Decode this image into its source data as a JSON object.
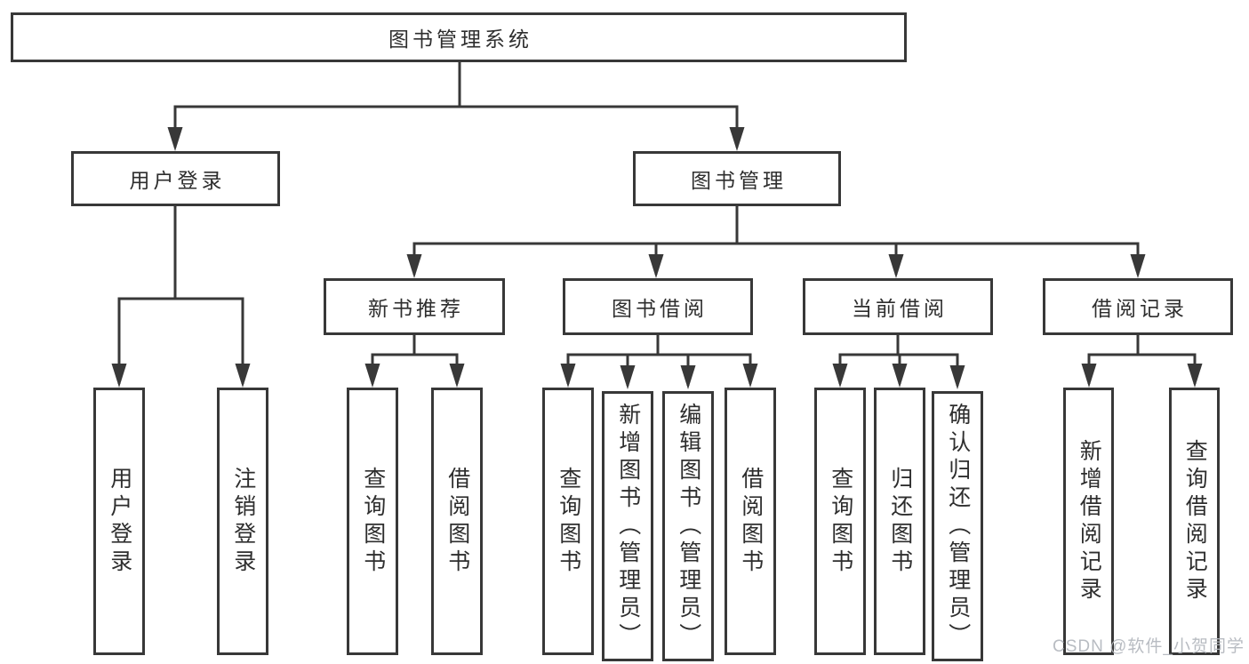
{
  "diagram": {
    "type": "hierarchy-tree",
    "line_color": "#383838",
    "watermark": "CSDN @软件_小贺同学",
    "root": {
      "label": "图书管理系统",
      "children": [
        {
          "label": "用户登录",
          "children": [
            {
              "label": "用户登录"
            },
            {
              "label": "注销登录"
            }
          ]
        },
        {
          "label": "图书管理",
          "children": [
            {
              "label": "新书推荐",
              "children": [
                {
                  "label": "查询图书"
                },
                {
                  "label": "借阅图书"
                }
              ]
            },
            {
              "label": "图书借阅",
              "children": [
                {
                  "label": "查询图书"
                },
                {
                  "label": "新增图书（管理员）"
                },
                {
                  "label": "编辑图书（管理员）"
                },
                {
                  "label": "借阅图书"
                }
              ]
            },
            {
              "label": "当前借阅",
              "children": [
                {
                  "label": "查询图书"
                },
                {
                  "label": "归还图书"
                },
                {
                  "label": "确认归还（管理员）"
                }
              ]
            },
            {
              "label": "借阅记录",
              "children": [
                {
                  "label": "新增借阅记录"
                },
                {
                  "label": "查询借阅记录"
                }
              ]
            }
          ]
        }
      ]
    }
  }
}
